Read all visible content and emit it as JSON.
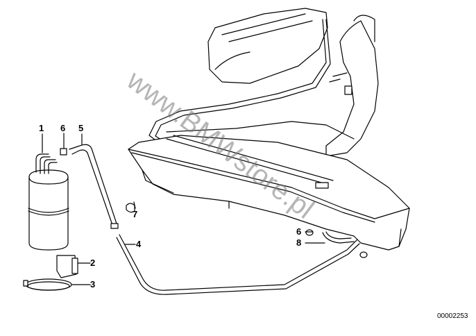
{
  "diagram": {
    "callouts": [
      "1",
      "6",
      "5",
      "7",
      "4",
      "2",
      "3",
      "6",
      "8"
    ],
    "part_number": "00002253",
    "watermark": "www.BMWstore.pl"
  }
}
